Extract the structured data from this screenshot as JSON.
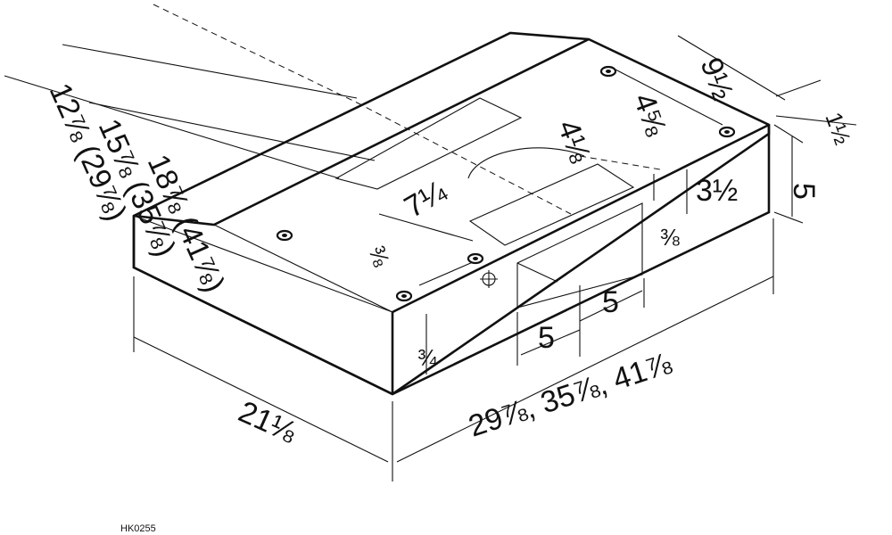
{
  "diagram": {
    "code": "HK0255",
    "dims": {
      "depth": "21⅛",
      "width": "29⅞, 35⅞, 41⅞",
      "height": "5",
      "duct_height": "3½",
      "duct_offset": "⅜",
      "duct_width_left": "5",
      "duct_width_right": "5",
      "back_inset": "1½",
      "side_inset": "9½",
      "hole_spacing": "4⅝",
      "duct_depth": "4⅛",
      "round_depth": "7¼",
      "front_offset": "¾",
      "hole_offset": "⅜",
      "keyhole_spacing": "12⅞ (29⅞)",
      "keyhole_spacing_2": "15⅞ (35⅞)",
      "keyhole_spacing_3": "18⅞ (41⅞)"
    }
  }
}
